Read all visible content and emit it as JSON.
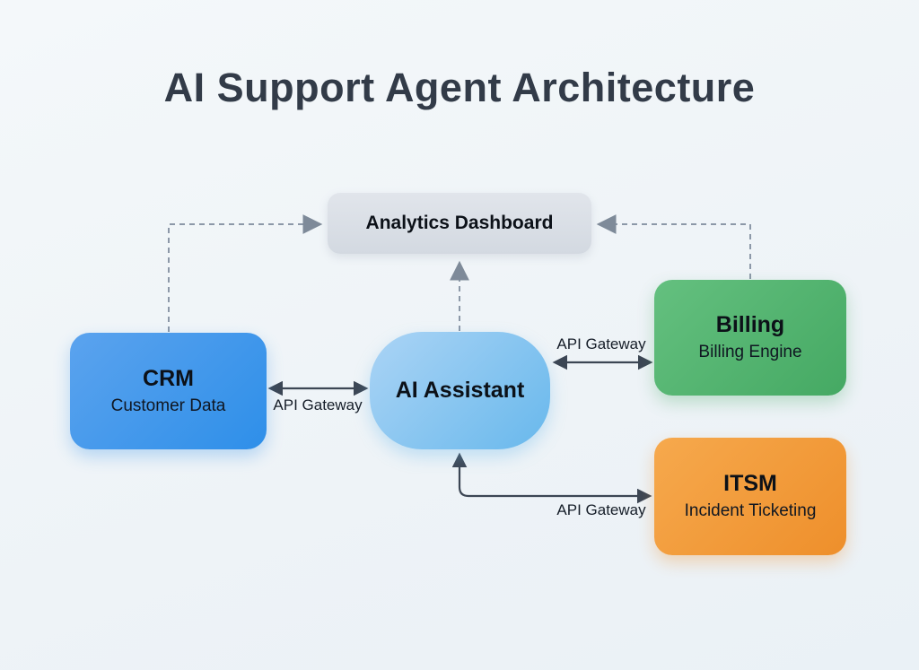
{
  "title": "AI Support Agent Architecture",
  "nodes": {
    "dashboard": {
      "label": "Analytics Dashboard"
    },
    "crm": {
      "title": "CRM",
      "subtitle": "Customer Data"
    },
    "assistant": {
      "title": "AI Assistant"
    },
    "billing": {
      "title": "Billing",
      "subtitle": "Billing Engine"
    },
    "itsm": {
      "title": "ITSM",
      "subtitle": "Incident Ticketing"
    }
  },
  "edges": {
    "crm_assistant": {
      "label": "API Gateway",
      "style": "solid-double-arrow"
    },
    "assistant_billing": {
      "label": "API Gateway",
      "style": "solid-double-arrow"
    },
    "itsm_assistant": {
      "label": "API Gateway",
      "style": "solid-double-arrow-elbow"
    },
    "crm_dashboard": {
      "style": "dashed-arrow"
    },
    "assistant_dashboard": {
      "style": "dashed-arrow"
    },
    "billing_dashboard": {
      "style": "dashed-arrow"
    }
  },
  "colors": {
    "background": "#eef3f7",
    "title_text": "#323b48",
    "dashboard_fill": "#d8dde4",
    "crm_gradient_start": "#5ba3ee",
    "crm_gradient_end": "#2e8fe9",
    "assistant_gradient_start": "#abd4f5",
    "assistant_gradient_end": "#68b8ec",
    "billing_gradient_start": "#64c07f",
    "billing_gradient_end": "#45a963",
    "itsm_gradient_start": "#f6a94d",
    "itsm_gradient_end": "#ee8f2b",
    "solid_arrow": "#3c4654",
    "dashed_arrow": "#8c98a8",
    "dashed_arrowhead": "#7e8a99",
    "node_text": "#0c1118"
  }
}
